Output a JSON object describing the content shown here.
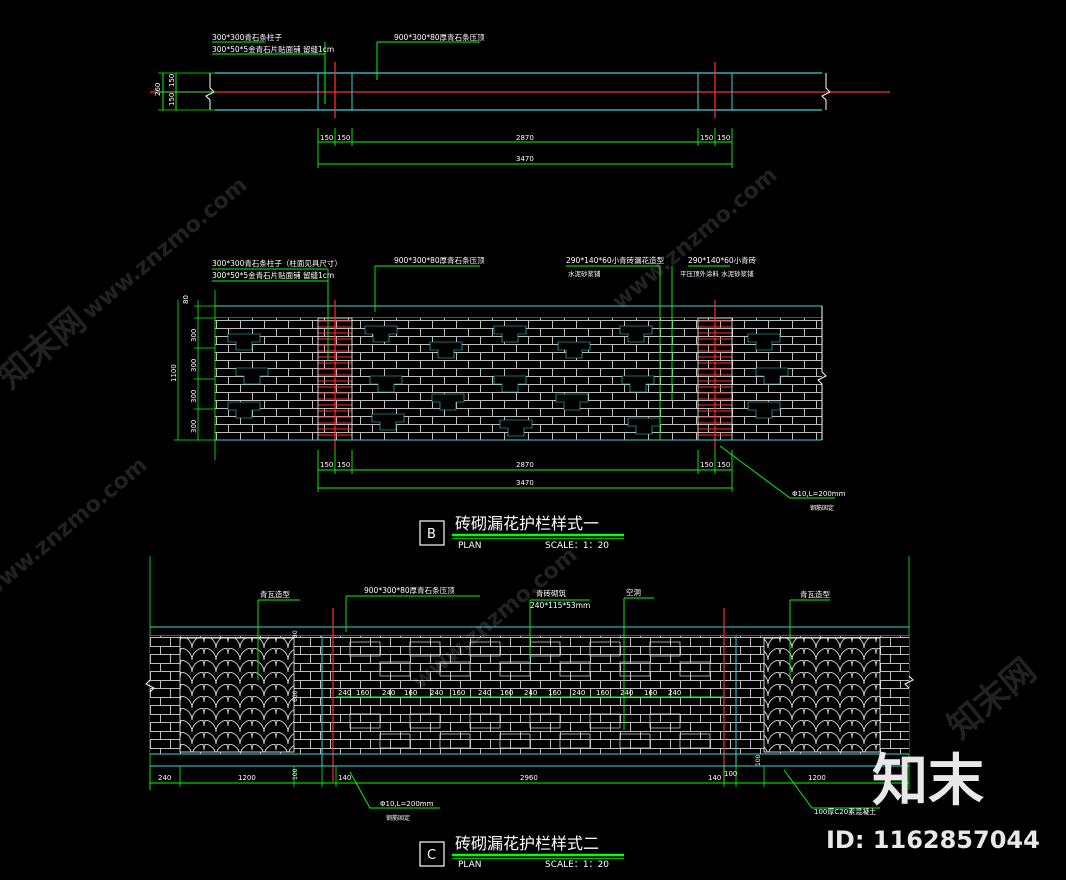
{
  "colors": {
    "background": "#000000",
    "cyan": "#33d6d6",
    "green": "#00ff00",
    "red": "#ff2a2a",
    "white": "#ffffff"
  },
  "plan_view": {
    "note_post_1": "300*300青石条柱子",
    "note_post_2": "300*50*5金青石片贴面铺 留缝1cm",
    "note_coping": "900*300*80厚青石条压顶",
    "dims_top": [
      "150",
      "150",
      "2870",
      "150",
      "150"
    ],
    "dim_total": "3470",
    "dims_left": [
      "260",
      "150",
      "150"
    ]
  },
  "elevation_b": {
    "note_post_1": "300*300青石条柱子（柱面见具尺寸）",
    "note_post_2": "300*50*5金青石片贴面铺 留缝1cm",
    "note_coping": "900*300*80厚青石条压顶",
    "note_brick_1": "290*140*60小青砖漏花造型",
    "note_brick_1b": "水泥砂浆铺",
    "note_brick_2": "290*140*60小青砖",
    "note_brick_2b": "平压顶外涂料 水泥砂浆铺",
    "dims_left": [
      "80",
      "300",
      "300",
      "300",
      "300"
    ],
    "dim_left_total": "1100",
    "dims_bottom": [
      "150",
      "150",
      "2870",
      "150",
      "150"
    ],
    "dim_total": "3470",
    "note_bar": "Φ10,L=200mm",
    "note_bar_sub": "钢筋固定"
  },
  "title_b": {
    "marker": "B",
    "title": "砖砌漏花护栏样式一",
    "plan": "PLAN",
    "scale": "SCALE：1：20"
  },
  "elevation_c": {
    "note_tile_left": "青瓦造型",
    "note_coping": "900*300*80厚青石条压顶",
    "note_brick": "青砖砌筑",
    "note_brick_size": "240*115*53mm",
    "note_hollow": "空洞",
    "note_tile_right": "青瓦造型",
    "dims_left": [
      "80",
      "600"
    ],
    "dims_row": [
      "240",
      "160",
      "240",
      "160",
      "240",
      "160",
      "240",
      "160",
      "240",
      "160",
      "240",
      "160",
      "240",
      "160",
      "240"
    ],
    "dims_bottom": [
      "240",
      "1200",
      "100",
      "140",
      "2960",
      "140",
      "100",
      "1200"
    ],
    "dim_right": "100",
    "note_bar": "Φ10,L=200mm",
    "note_bar_sub": "钢筋固定",
    "note_base": "100厚C20素混凝土"
  },
  "title_c": {
    "marker": "C",
    "title": "砖砌漏花护栏样式二",
    "plan": "PLAN",
    "scale": "SCALE：1：20"
  },
  "watermarks": {
    "text": "www.znzmo.com",
    "brand_cn": "知末网",
    "logo": "知末",
    "id_label": "ID: 1162857044"
  }
}
